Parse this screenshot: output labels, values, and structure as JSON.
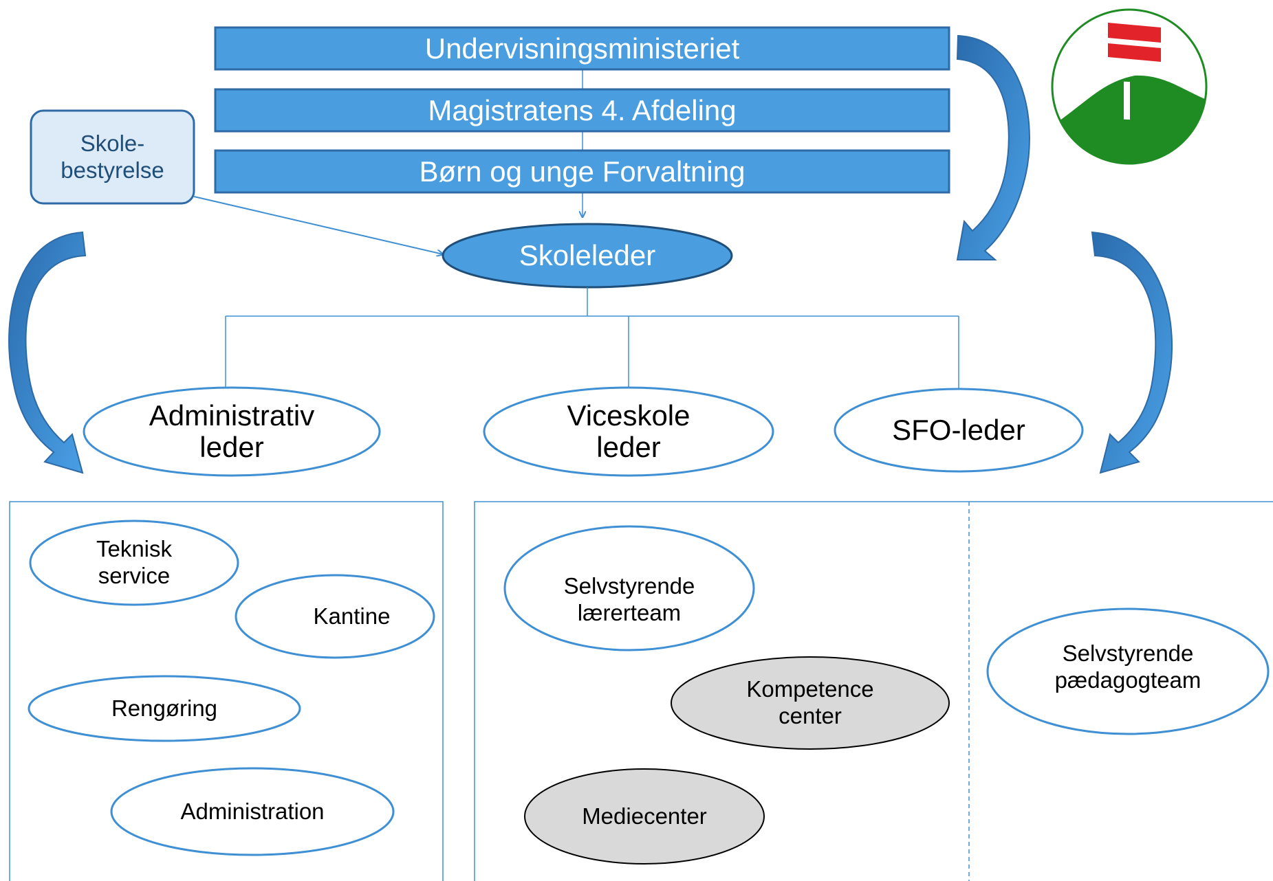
{
  "colors": {
    "accent": "#4a9ee0",
    "accent_dark": "#2e75b6",
    "ellipse_border": "#3e8fd4",
    "grey_fill": "#d9d9d9",
    "board_fill": "#ddeaf7",
    "logo_green": "#1e8c23",
    "logo_red": "#e2232a"
  },
  "hierarchy": {
    "level1": "Undervisningsministeriet",
    "level2": "Magistratens 4. Afdeling",
    "level3": "Børn og unge Forvaltning"
  },
  "board": {
    "label": "Skole-\nbestyrelse"
  },
  "head": {
    "label": "Skoleleder"
  },
  "leaders": [
    {
      "label": "Administrativ\nleder"
    },
    {
      "label": "Viceskole\nleder"
    },
    {
      "label": "SFO-leder"
    }
  ],
  "admin_panel": {
    "units": [
      "Teknisk\nservice",
      "Kantine",
      "Rengøring",
      "Administration"
    ]
  },
  "teaching_panel": {
    "units": [
      "Selvstyrende\nlærerteam",
      "Kompetence\ncenter",
      "Mediecenter"
    ]
  },
  "sfo_panel": {
    "units": [
      "Selvstyrende\npædagogteam"
    ]
  },
  "logo": {
    "name": "flag-hill-logo"
  }
}
